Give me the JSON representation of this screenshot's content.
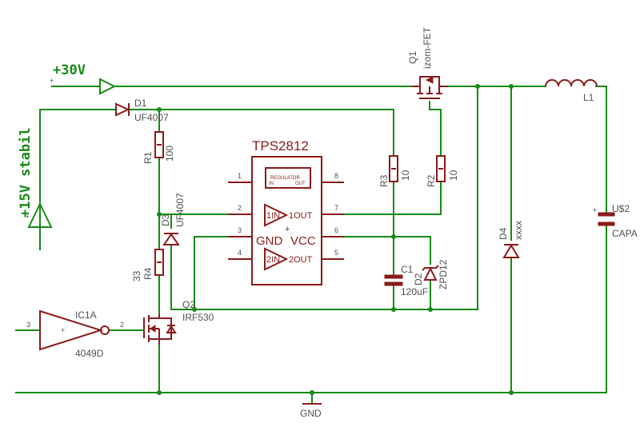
{
  "supplies": {
    "v30": "+30V",
    "v15": "+15V stabil"
  },
  "parts": {
    "d1": {
      "name": "D1",
      "value": "UF4007"
    },
    "r1": {
      "name": "R1",
      "value": "100"
    },
    "d3": {
      "name": "D3",
      "value": "UF4007"
    },
    "r4": {
      "name": "R4",
      "value": "33"
    },
    "q2": {
      "name": "Q2",
      "value": "IRF530"
    },
    "ic1a": {
      "name": "IC1A",
      "value": "4049D",
      "pin_in": "3",
      "pin_out": "2"
    },
    "tps": {
      "name": "TPS2812",
      "regulator": "REGULATOR",
      "reg_in": "IN",
      "reg_out": "OUT",
      "gnd": "GND",
      "vcc": "VCC",
      "in1": "1IN",
      "out1": "1OUT",
      "in2": "2IN",
      "out2": "2OUT",
      "pins": [
        "1",
        "2",
        "3",
        "4",
        "5",
        "6",
        "7",
        "8"
      ]
    },
    "r3": {
      "name": "R3",
      "value": "10"
    },
    "r2": {
      "name": "R2",
      "value": "10"
    },
    "c1": {
      "name": "C1",
      "value": "120uF"
    },
    "d2": {
      "name": "D2",
      "value": "ZPD12"
    },
    "q1": {
      "name": "Q1",
      "value": "izom-FET"
    },
    "d4": {
      "name": "D4",
      "value": "xxxx"
    },
    "l1": {
      "name": "L1"
    },
    "u2": {
      "name": "U$2",
      "value": "CAPA"
    },
    "gnd": {
      "name": "GND"
    }
  },
  "colors": {
    "wire": "#168a16",
    "part": "#8b1a1a",
    "label": "#505050"
  }
}
